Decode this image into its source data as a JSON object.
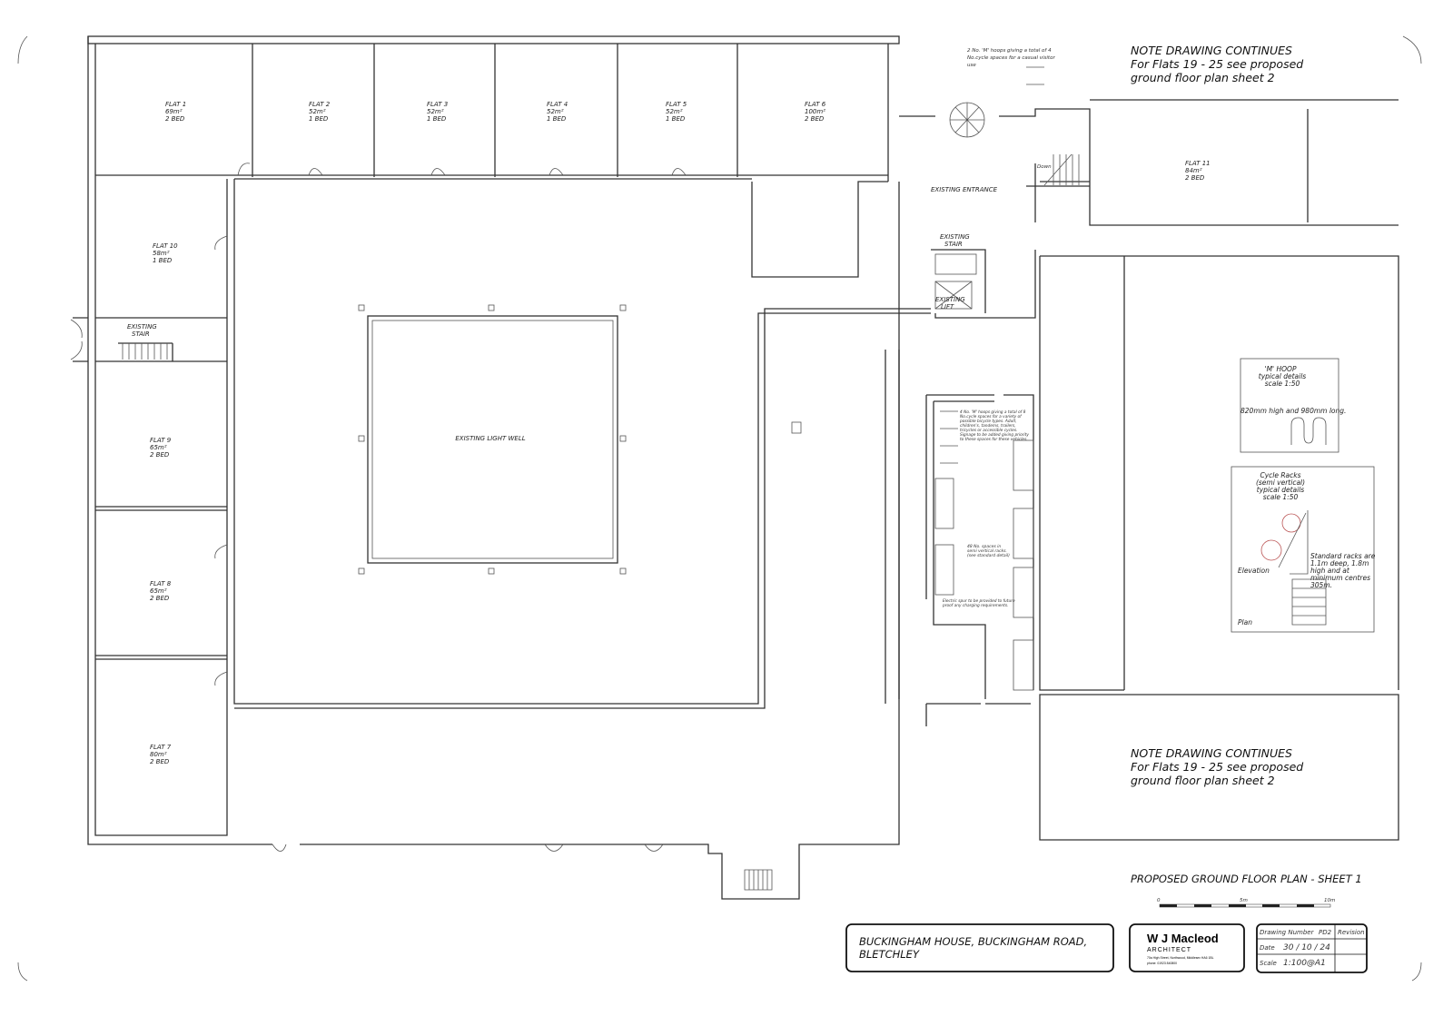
{
  "flats": [
    {
      "name": "FLAT 1",
      "area": "69m²",
      "beds": "2 BED"
    },
    {
      "name": "FLAT 2",
      "area": "52m²",
      "beds": "1 BED"
    },
    {
      "name": "FLAT 3",
      "area": "52m²",
      "beds": "1 BED"
    },
    {
      "name": "FLAT 4",
      "area": "52m²",
      "beds": "1 BED"
    },
    {
      "name": "FLAT 5",
      "area": "52m²",
      "beds": "1 BED"
    },
    {
      "name": "FLAT 6",
      "area": "100m²",
      "beds": "2 BED"
    },
    {
      "name": "FLAT 7",
      "area": "80m²",
      "beds": "2 BED"
    },
    {
      "name": "FLAT 8",
      "area": "65m²",
      "beds": "2 BED"
    },
    {
      "name": "FLAT 9",
      "area": "65m²",
      "beds": "2 BED"
    },
    {
      "name": "FLAT 10",
      "area": "58m²",
      "beds": "1 BED"
    },
    {
      "name": "FLAT 11",
      "area": "84m²",
      "beds": "2 BED"
    }
  ],
  "labels": {
    "existing_stair_left": [
      "EXISTING",
      "STAIR"
    ],
    "light_well": "EXISTING LIGHT WELL",
    "existing_entrance": "EXISTING ENTRANCE",
    "existing_stair_right": [
      "EXISTING",
      "STAIR"
    ],
    "existing_lift": [
      "EXISTING",
      "LIFT"
    ],
    "down": "Down"
  },
  "notes": {
    "visitor_hoops": [
      "2 No. 'M' hoops giving a total of 4",
      "No.cycle spaces for a casual visitor",
      "use"
    ],
    "continues_top": [
      "NOTE DRAWING CONTINUES",
      "For Flats 19 - 25 see proposed",
      "ground floor plan sheet 2"
    ],
    "continues_bottom": [
      "NOTE DRAWING CONTINUES",
      "For Flats 19 - 25 see proposed",
      "ground floor plan sheet 2"
    ],
    "store_hoops": [
      "4 No. 'M' hoops giving a total of 8",
      "No.cycle spaces for a variety of",
      "possible bicycle types. Adult,",
      "children's, tandems, trailers,",
      "tricycles or accessible cycles.",
      "Signage to be added giving priority",
      "to these spaces for these vehicles."
    ],
    "racks_spaces": [
      "48 No. spaces in",
      "semi vertical racks.",
      "(see standard detail)"
    ],
    "electric": [
      "Electric spur to be provided to future",
      "proof any charging requirements."
    ]
  },
  "details": {
    "hoop": {
      "title": [
        "'M' HOOP",
        "typical details",
        "scale 1:50"
      ],
      "desc": "820mm high and 980mm long."
    },
    "racks": {
      "title": [
        "Cycle Racks",
        "(semi vertical)",
        "typical details",
        "scale 1:50"
      ],
      "desc": [
        "Standard racks are",
        "1.1m deep, 1.8m",
        "high and at",
        "minimum centres",
        "305m."
      ],
      "elevation": "Elevation",
      "plan": "Plan"
    }
  },
  "drawing_title": "PROPOSED GROUND FLOOR PLAN - SHEET 1",
  "scale_bar": {
    "ticks": [
      "0",
      "5m",
      "10m"
    ]
  },
  "title_block": {
    "project": [
      "BUCKINGHAM HOUSE, BUCKINGHAM ROAD,",
      "BLETCHLEY"
    ],
    "architect": {
      "name": "W J Macleod",
      "role": "ARCHITECT",
      "address": "70a High Street, Northwood, Middlesex HA6 1BL",
      "phone": "phone: 01923 840800"
    },
    "drawing_number_label": "Drawing Number",
    "drawing_number": "PD2",
    "revision_label": "Revision",
    "date_label": "Date",
    "date": "30 / 10 / 24",
    "scale_label": "Scale",
    "scale": "1:100@A1"
  }
}
